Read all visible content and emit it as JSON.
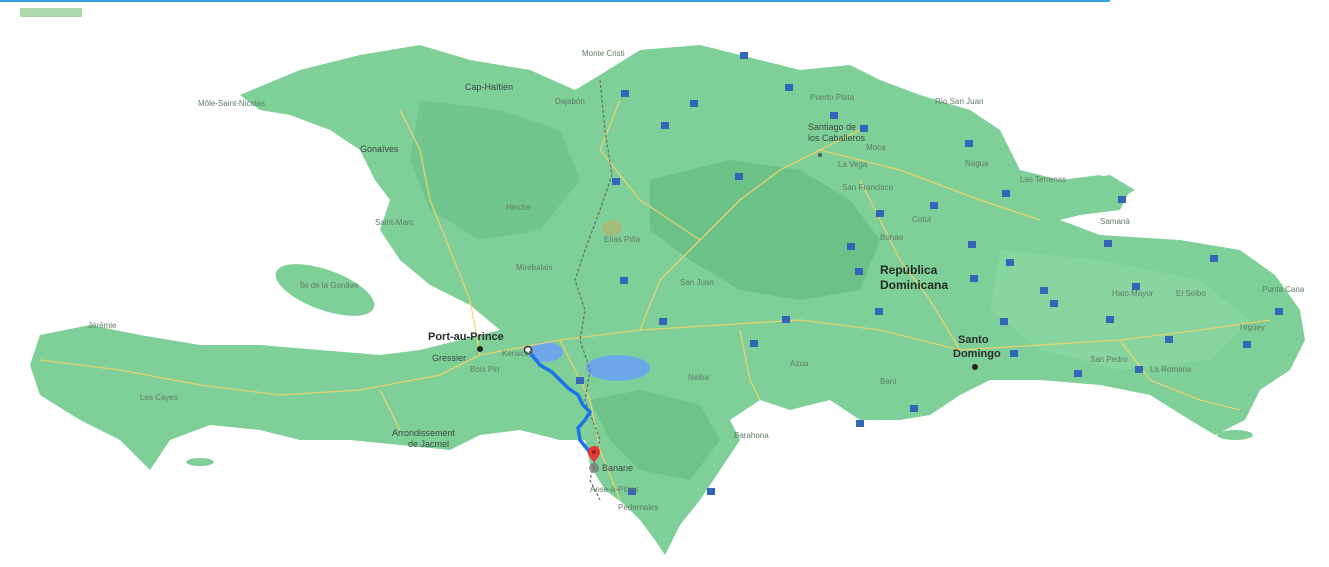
{
  "map": {
    "colors": {
      "land": "#7fcf98",
      "land_dark": "#5fb87c",
      "water": "#ffffff",
      "lake": "#6fa8e8",
      "road": "#f1d36d",
      "border": "#6b6f74",
      "route": "#1a73e8",
      "destination_pin": "#e53935",
      "highway_shield": "#3565b8"
    },
    "labels": {
      "country_dr_line1": "República",
      "country_dr_line2": "Dominicana",
      "port_au_prince": "Port-au-Prince",
      "santo_domingo_line1": "Santo",
      "santo_domingo_line2": "Domingo",
      "santiago_line1": "Santiago de",
      "santiago_line2": "los Caballeros",
      "gonaives": "Gonaïves",
      "cap_haitien": "Cap-Haïtien",
      "gressier": "Gressier",
      "arrondissement_jacmel_line1": "Arrondissement",
      "arrondissement_jacmel_line2": "de Jacmel",
      "banane": "Banane",
      "kenscoff": "Kenscoff",
      "bois_pin": "Bois Pin",
      "las_terrenas": "Las Terrenas",
      "san_francisco": "San Francisco",
      "puerto_plata": "Puerto Plata",
      "rio_san_juan": "Río San Juan",
      "higuey": "Higüey",
      "san_pedro": "San Pedro",
      "la_romana": "La Romana",
      "neiba": "Neiba",
      "pedernales": "Pedernales",
      "barahona": "Barahona",
      "san_juan": "San Juan",
      "jeremie": "Jérémie",
      "ile_de_la_gonave": "Île de la Gonâve",
      "mole_saint_nicolas": "Môle-Saint-Nicolas",
      "dajabon": "Dajabón",
      "monte_cristi": "Monte Cristi",
      "nagua": "Nagua",
      "bonao": "Bonao",
      "azua": "Azua",
      "bani": "Baní",
      "samana": "Samaná",
      "hinche": "Hinche",
      "mirebalais": "Mirebalais",
      "saint_marc": "Saint-Marc",
      "les_cayes": "Les Cayes",
      "anse_a_pitres": "Anse-à-Pitres",
      "elias_pina": "Elías Piña",
      "la_vega": "La Vega",
      "moca": "Moca",
      "cotui": "Cotuí",
      "hato_mayor": "Hato Mayor",
      "el_seibo": "El Seibo",
      "punta_cana": "Punta Cana"
    },
    "route": {
      "origin": "Port-au-Prince",
      "destination": "Banane"
    }
  }
}
